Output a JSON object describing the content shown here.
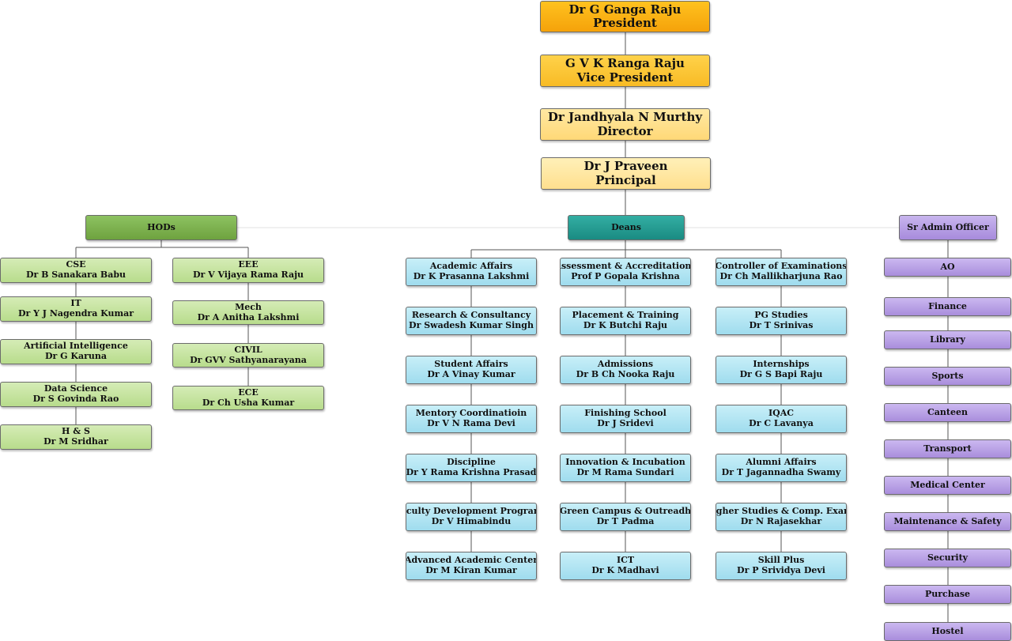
{
  "leadership": [
    {
      "name": "Dr G Ganga Raju",
      "role": "President"
    },
    {
      "name": "G V K Ranga Raju",
      "role": "Vice President"
    },
    {
      "name": "Dr Jandhyala N Murthy",
      "role": "Director"
    },
    {
      "name": "Dr J Praveen",
      "role": "Principal"
    }
  ],
  "groups": {
    "hods": "HODs",
    "deans": "Deans",
    "admin": "Sr Admin Officer"
  },
  "hods_left": [
    {
      "title": "CSE",
      "name": "Dr B Sanakara Babu"
    },
    {
      "title": "IT",
      "name": "Dr Y J Nagendra Kumar"
    },
    {
      "title": "Artificial Intelligence",
      "name": "Dr G Karuna"
    },
    {
      "title": "Data Science",
      "name": "Dr S Govinda Rao"
    },
    {
      "title": "H & S",
      "name": "Dr M Sridhar"
    }
  ],
  "hods_right": [
    {
      "title": "EEE",
      "name": "Dr V Vijaya Rama Raju"
    },
    {
      "title": "Mech",
      "name": "Dr A Anitha Lakshmi"
    },
    {
      "title": "CIVIL",
      "name": "Dr GVV Sathyanarayana"
    },
    {
      "title": "ECE",
      "name": "Dr Ch Usha Kumar"
    }
  ],
  "deans_col1": [
    {
      "title": "Academic Affairs",
      "name": "Dr K Prasanna Lakshmi"
    },
    {
      "title": "Research & Consultancy",
      "name": "Dr Swadesh Kumar Singh"
    },
    {
      "title": "Student Affairs",
      "name": "Dr A Vinay Kumar"
    },
    {
      "title": "Mentory Coordinatioin",
      "name": "Dr V N Rama Devi"
    },
    {
      "title": "Discipline",
      "name": "Dr Y Rama Krishna Prasad"
    },
    {
      "title": "Faculty Development Programs",
      "name": "Dr V Himabindu"
    },
    {
      "title": "Advanced Academic Center",
      "name": "Dr M Kiran Kumar"
    }
  ],
  "deans_col2": [
    {
      "title": "Assessment & Accreditations",
      "name": "Prof P Gopala Krishna"
    },
    {
      "title": "Placement & Training",
      "name": "Dr  K Butchi Raju"
    },
    {
      "title": "Admissions",
      "name": "Dr B Ch Nooka Raju"
    },
    {
      "title": "Finishing School",
      "name": "Dr J Sridevi"
    },
    {
      "title": "Innovation & Incubation",
      "name": "Dr M Rama Sundari"
    },
    {
      "title": "Green Campus & Outreadh",
      "name": "Dr T Padma"
    },
    {
      "title": "ICT",
      "name": "Dr K Madhavi"
    }
  ],
  "deans_col3": [
    {
      "title": "Controller of Examinations",
      "name": "Dr Ch Mallikharjuna Rao"
    },
    {
      "title": "PG Studies",
      "name": "Dr T Srinivas"
    },
    {
      "title": "Internships",
      "name": "Dr G S Bapi Raju"
    },
    {
      "title": "IQAC",
      "name": "Dr C Lavanya"
    },
    {
      "title": "Alumni Affairs",
      "name": "Dr T Jagannadha Swamy"
    },
    {
      "title": "Higher Studies & Comp. Exams",
      "name": "Dr N Rajasekhar"
    },
    {
      "title": "Skill Plus",
      "name": "Dr P Srividya Devi"
    }
  ],
  "admin_units": [
    "AO",
    "Finance",
    "Library",
    "Sports",
    "Canteen",
    "Transport",
    "Medical Center",
    "Maintenance & Safety",
    "Security",
    "Purchase",
    "Hostel"
  ]
}
